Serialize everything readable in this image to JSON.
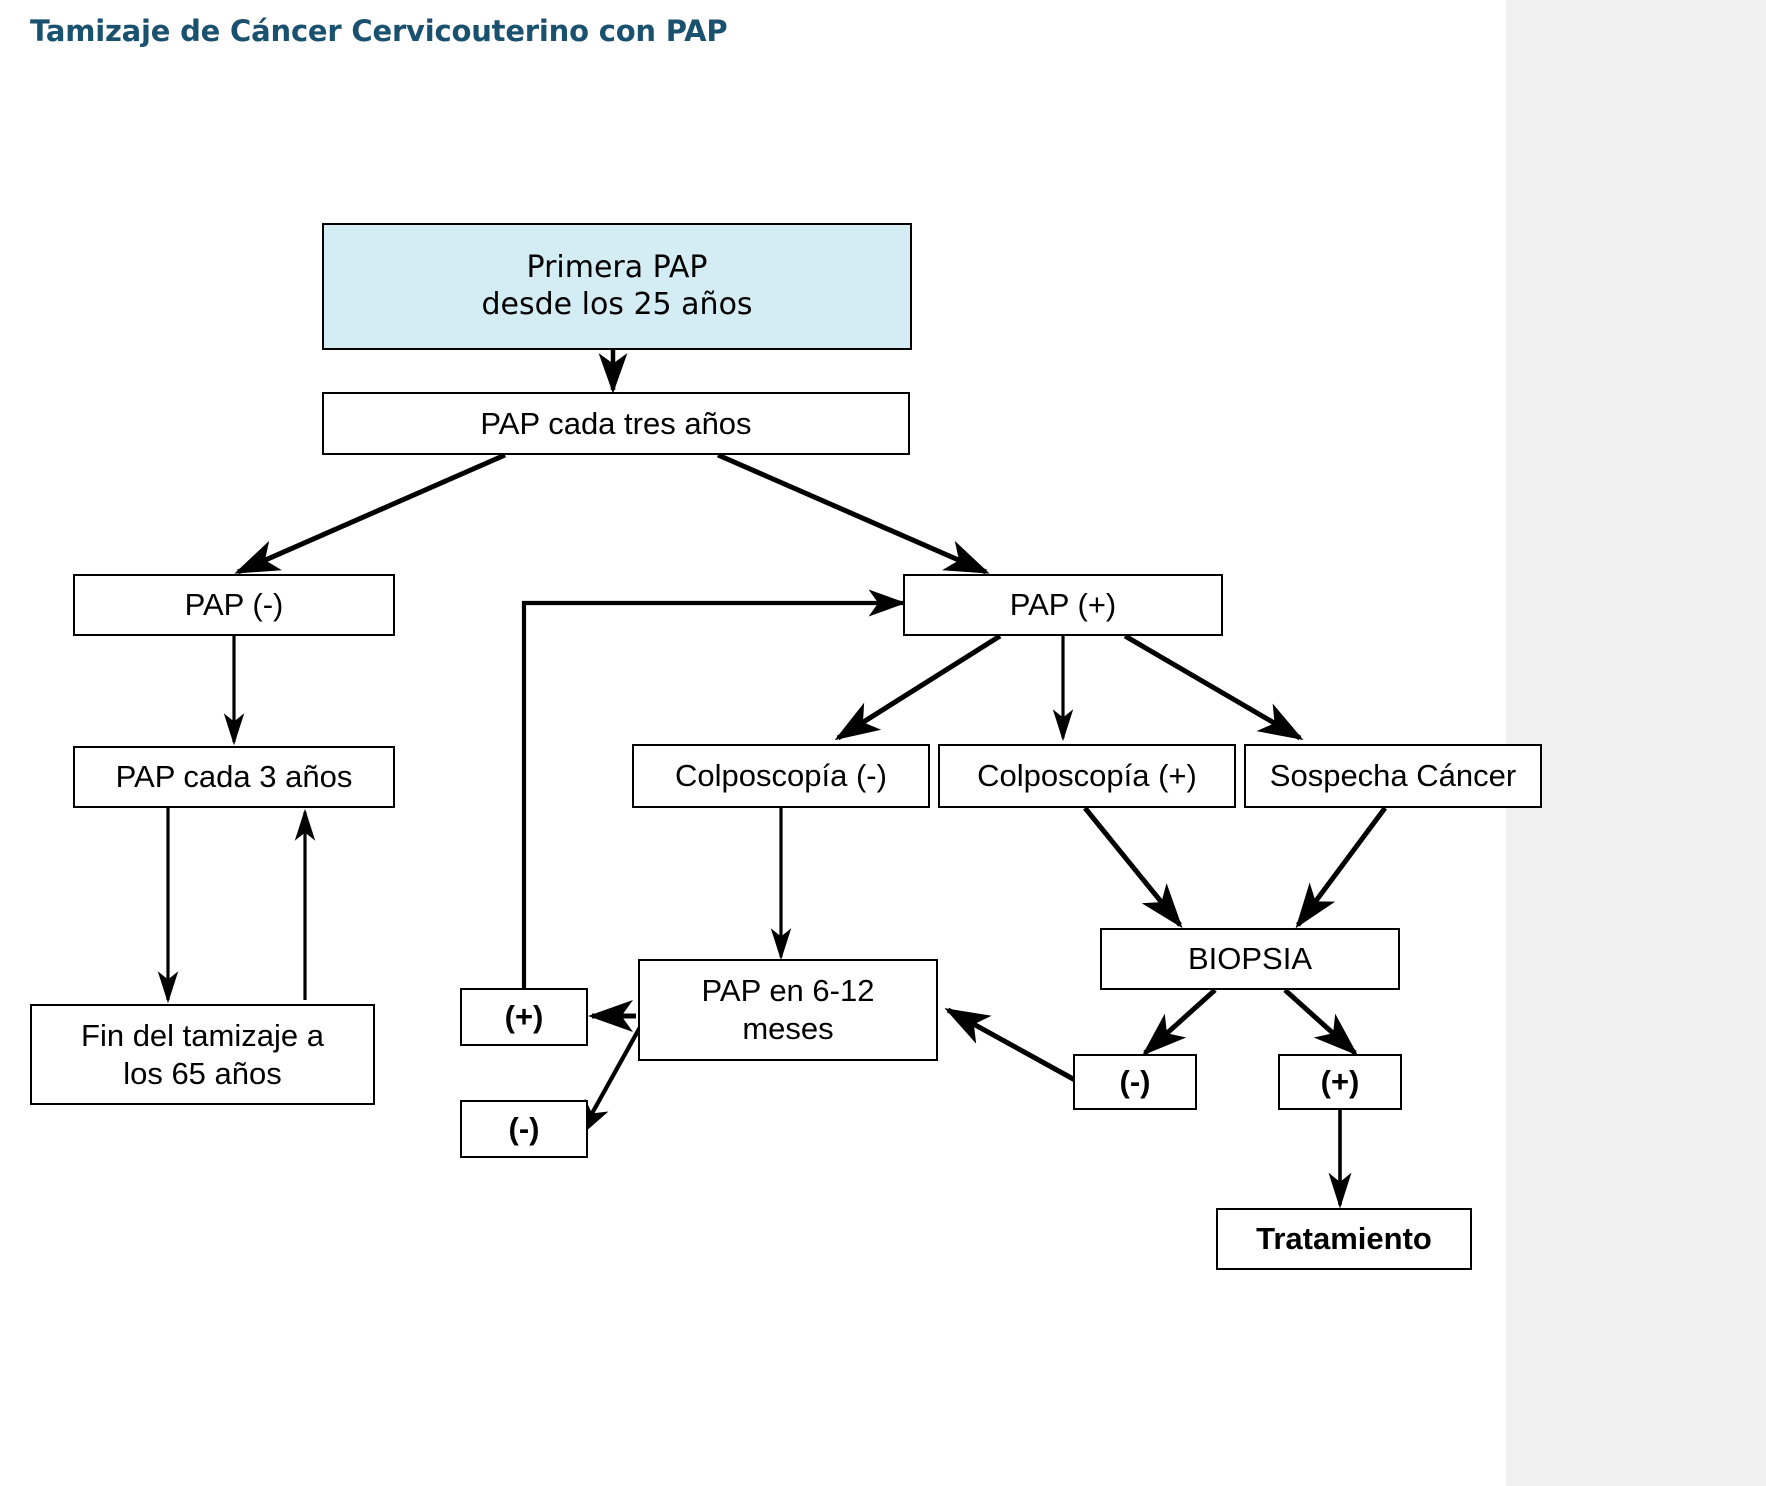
{
  "page": {
    "title": "Tamizaje de Cáncer Cervicouterino con PAP",
    "title_color": "#19516f",
    "background": "#ffffff",
    "gutter_color": "#f0f0f0"
  },
  "diagram": {
    "type": "flowchart",
    "accent_fill": "#d4ecf4",
    "border_color": "#000000",
    "nodes": {
      "primera_pap": {
        "line1": "Primera PAP",
        "line2": "desde los 25 años"
      },
      "pap_cada_tres": {
        "label": "PAP  cada tres años"
      },
      "pap_neg": {
        "label": "PAP (-)"
      },
      "pap_pos": {
        "label": "PAP (+)"
      },
      "pap_cada_3": {
        "label": "PAP cada 3 años"
      },
      "fin_tamizaje": {
        "line1": "Fin del tamizaje a",
        "line2": "los 65 años"
      },
      "colpo_neg": {
        "label": "Colposcopía (-)"
      },
      "colpo_pos": {
        "label": "Colposcopía (+)"
      },
      "sospecha": {
        "label": "Sospecha Cáncer"
      },
      "biopsia": {
        "label": "BIOPSIA"
      },
      "pap_6_12": {
        "line1": "PAP en 6-12",
        "line2": "meses"
      },
      "pap_6_12_pos": {
        "label": "(+)"
      },
      "pap_6_12_neg": {
        "label": "(-)"
      },
      "biopsia_neg": {
        "label": "(-)"
      },
      "biopsia_pos": {
        "label": "(+)"
      },
      "tratamiento": {
        "label": "Tratamiento"
      }
    },
    "edges": [
      {
        "from": "primera_pap",
        "to": "pap_cada_tres"
      },
      {
        "from": "pap_cada_tres",
        "to": "pap_neg"
      },
      {
        "from": "pap_cada_tres",
        "to": "pap_pos"
      },
      {
        "from": "pap_neg",
        "to": "pap_cada_3"
      },
      {
        "from": "pap_cada_3",
        "to": "fin_tamizaje"
      },
      {
        "from": "fin_tamizaje",
        "to": "pap_cada_3"
      },
      {
        "from": "pap_pos",
        "to": "colpo_neg"
      },
      {
        "from": "pap_pos",
        "to": "colpo_pos"
      },
      {
        "from": "pap_pos",
        "to": "sospecha"
      },
      {
        "from": "colpo_neg",
        "to": "pap_6_12"
      },
      {
        "from": "colpo_pos",
        "to": "biopsia"
      },
      {
        "from": "sospecha",
        "to": "biopsia"
      },
      {
        "from": "biopsia",
        "to": "biopsia_neg"
      },
      {
        "from": "biopsia",
        "to": "biopsia_pos"
      },
      {
        "from": "biopsia_neg",
        "to": "pap_6_12"
      },
      {
        "from": "biopsia_pos",
        "to": "tratamiento"
      },
      {
        "from": "pap_6_12",
        "to": "pap_6_12_pos"
      },
      {
        "from": "pap_6_12",
        "to": "pap_6_12_neg"
      },
      {
        "from": "pap_6_12_pos",
        "to": "pap_pos"
      }
    ]
  }
}
